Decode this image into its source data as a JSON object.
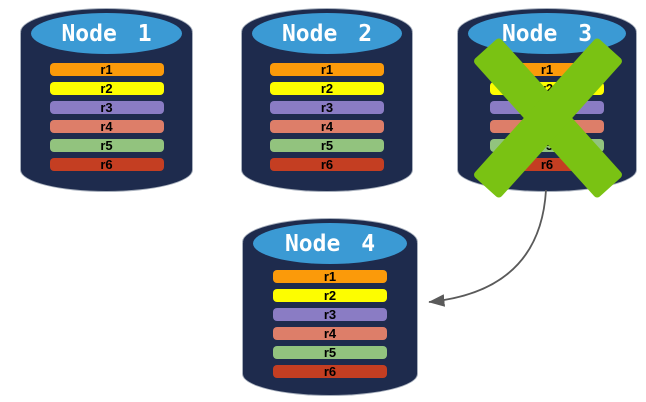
{
  "nodes": [
    {
      "label": "Node 1",
      "records": [
        "r1",
        "r2",
        "r3",
        "r4",
        "r5",
        "r6"
      ]
    },
    {
      "label": "Node 2",
      "records": [
        "r1",
        "r2",
        "r3",
        "r4",
        "r5",
        "r6"
      ]
    },
    {
      "label": "Node 3",
      "records": [
        "r1",
        "r2",
        "r3",
        "r4",
        "r5",
        "r6"
      ]
    },
    {
      "label": "Node 4",
      "records": [
        "r1",
        "r2",
        "r3",
        "r4",
        "r5",
        "r6"
      ]
    }
  ],
  "icons": {
    "failure_cross": "x-mark",
    "replication_arrow": "curved-arrow"
  },
  "colors": {
    "cylinder_body": "#1E2B4D",
    "cylinder_top": "#3B9AD4",
    "record_r1": "#FB9A0A",
    "record_r2": "#FDFD00",
    "record_r3": "#8A7CC4",
    "record_r4": "#DD7E69",
    "record_r5": "#92C37E",
    "record_r6": "#C43E22",
    "cross": "#7AC213",
    "arrow": "#5A5A5A"
  }
}
